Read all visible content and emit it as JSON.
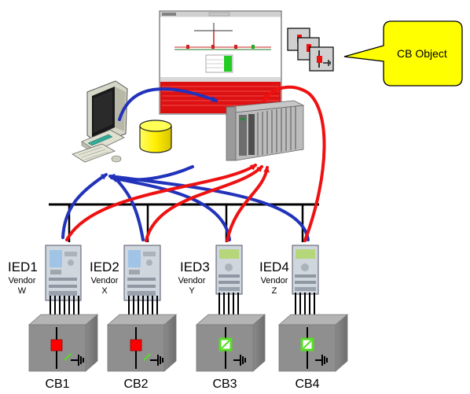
{
  "callout": {
    "text": "CB Object"
  },
  "ieds": [
    {
      "name": "IED1",
      "vendor_label": "Vendor",
      "vendor": "W"
    },
    {
      "name": "IED2",
      "vendor_label": "Vendor",
      "vendor": "X"
    },
    {
      "name": "IED3",
      "vendor_label": "Vendor",
      "vendor": "Y"
    },
    {
      "name": "IED4",
      "vendor_label": "Vendor",
      "vendor": "Z"
    }
  ],
  "breakers": [
    {
      "name": "CB1",
      "state": "closed",
      "color": "#ff0000"
    },
    {
      "name": "CB2",
      "state": "closed",
      "color": "#ff0000"
    },
    {
      "name": "CB3",
      "state": "open",
      "color": "#55dd22"
    },
    {
      "name": "CB4",
      "state": "open",
      "color": "#55dd22"
    }
  ],
  "colors": {
    "blue_link": "#2233bb",
    "red_link": "#ee1111",
    "callout_fill": "#ffff00",
    "database_fill": "#ffee00"
  },
  "icons": [
    "computer-icon",
    "database-icon",
    "plc-rack-icon",
    "hmi-screen-icon",
    "cb-object-icon"
  ]
}
